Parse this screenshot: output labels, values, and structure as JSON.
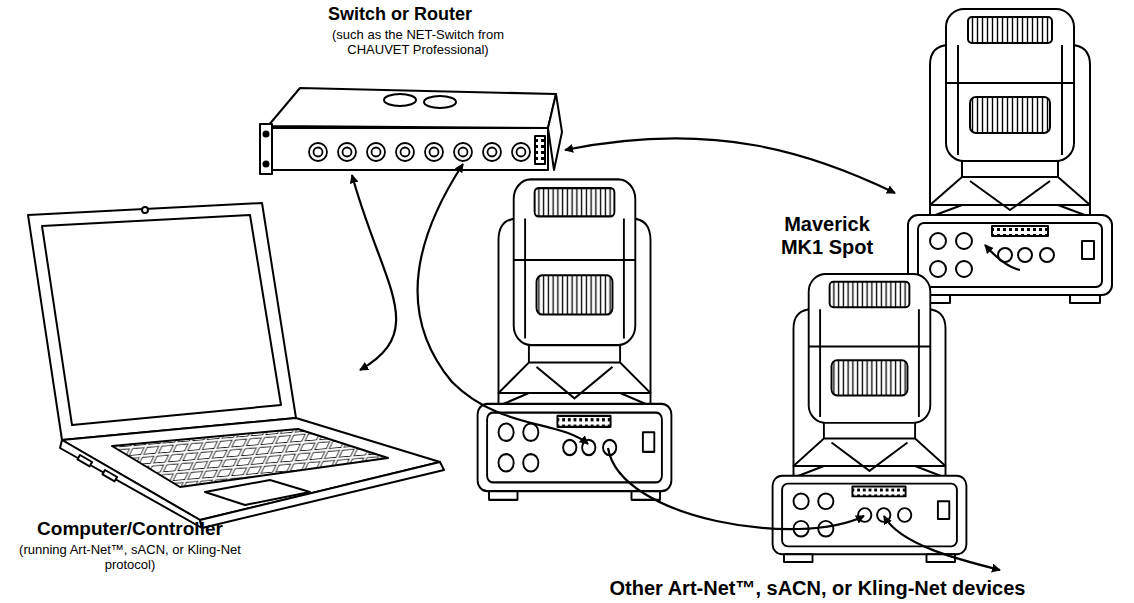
{
  "diagram": {
    "nodes": [
      {
        "text": [
          "Switch or Router",
          "(such as the NET-Switch from CHAUVET Professional)"
        ]
      },
      {
        "text": [
          "Computer/Controller",
          "(running Art-Net™, sACN, or Kling-Net protocol)"
        ]
      },
      {
        "text": [
          "Maverick MK1 Spot"
        ]
      },
      {
        "text": [
          "Other Art-Net™, sACN, or Kling-Net devices"
        ]
      }
    ],
    "edges": [
      {
        "from": 1,
        "to": 0,
        "arrow": "both"
      },
      {
        "from": 0,
        "to": 2,
        "arrow": "both"
      }
    ]
  }
}
